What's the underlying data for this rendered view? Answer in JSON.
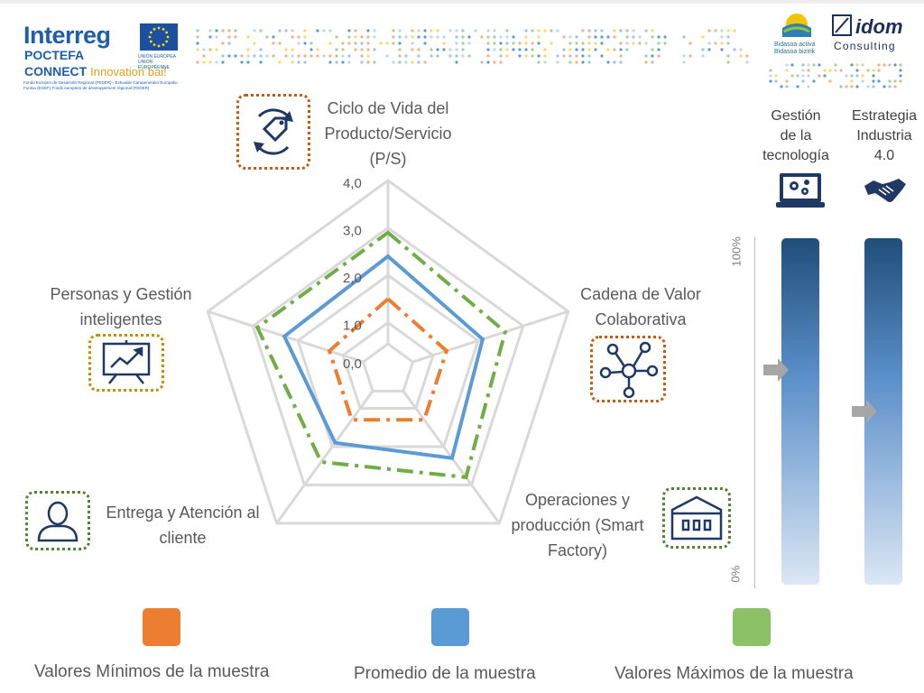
{
  "header": {
    "interreg": "Interreg",
    "poctefa": "POCTEFA",
    "connect": "CONNECT",
    "innovation": "Innovation bai!",
    "eu_text": "UNIÓN EUROPEA UNION EUROPÉENNE",
    "funding_text": "Fondo Europeo de Desarrollo Regional (FEDER) - Eskualde Garapenerako Europako Funtsa (EGEF) Fonds européen de développement régional (FEDER)",
    "bidasoa_text": "Bidasoa activa Bidasoa bizirik",
    "idom": "idom",
    "consulting": "Consulting"
  },
  "chart_data": {
    "type": "radar",
    "categories": [
      "Ciclo de Vida del Producto/Servicio (P/S)",
      "Cadena de Valor Colaborativa",
      "Operaciones y producción (Smart Factory)",
      "Entrega y Atención al cliente",
      "Personas y Gestión inteligentes"
    ],
    "category_lines": [
      [
        "Ciclo de Vida del",
        "Producto/Servicio",
        "(P/S)"
      ],
      [
        "Cadena de Valor",
        "Colaborativa"
      ],
      [
        "Operaciones y",
        "producción (Smart",
        "Factory)"
      ],
      [
        "Entrega y Atención al",
        "cliente"
      ],
      [
        "Personas y Gestión",
        "inteligentes"
      ]
    ],
    "rlim": [
      0,
      4
    ],
    "ticks": [
      0,
      1,
      2,
      3,
      4
    ],
    "tick_labels": [
      "0,0",
      "1,0",
      "2,0",
      "3,0",
      "4,0"
    ],
    "series": [
      {
        "name": "Valores Mínimos de la muestra",
        "color": "#ed7d31",
        "style": "dash-dot",
        "values": [
          1.5,
          1.3,
          1.3,
          1.3,
          1.3
        ]
      },
      {
        "name": "Promedio de la muestra",
        "color": "#5b9bd5",
        "style": "solid",
        "values": [
          2.4,
          2.1,
          2.3,
          1.9,
          2.3
        ]
      },
      {
        "name": "Valores Máximos de la muestra",
        "color": "#70ad47",
        "style": "dash-dot",
        "values": [
          2.9,
          2.6,
          2.8,
          2.4,
          2.9
        ]
      }
    ],
    "grid_color": "#d9d9d9"
  },
  "gauges": [
    {
      "label_lines": [
        "Gestión",
        "de la",
        "tecnología"
      ],
      "icon": "computer-gears-icon",
      "level": 0.62
    },
    {
      "label_lines": [
        "Estrategia",
        "Industria",
        "4.0"
      ],
      "icon": "handshake-icon",
      "level": 0.5
    }
  ],
  "gauge_scale": {
    "top": "100%",
    "bottom": "0%"
  },
  "icons": {
    "lifecycle": "tag-cycle-icon",
    "value_chain": "network-icon",
    "factory": "factory-icon",
    "delivery": "person-icon",
    "people": "presentation-board-icon"
  },
  "colors": {
    "orange": "#ed7d31",
    "blue": "#5b9bd5",
    "green": "#70ad47",
    "olive": "#bf9000",
    "dark_green": "#548235",
    "navy": "#1f3864"
  }
}
